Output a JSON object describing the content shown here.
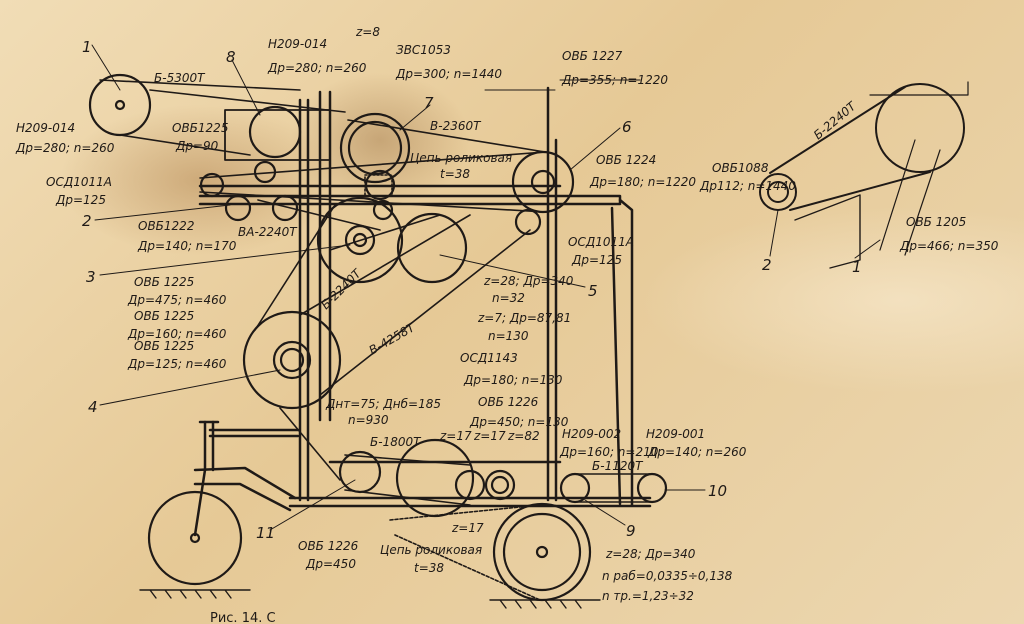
{
  "figure": {
    "caption": "Рис. 14. С"
  },
  "part_numbers": {
    "n1": "1",
    "n2": "2",
    "n3": "3",
    "n4": "4",
    "n5": "5",
    "n6": "6",
    "n7": "7",
    "n8": "8",
    "n9": "9",
    "n10": "10",
    "n11": "11",
    "inset_n1": "1",
    "inset_n2": "2"
  },
  "main_labels": {
    "h209_014_top": "Н209-014",
    "h209_014_top_dp": "Др=280; n=260",
    "z8": "z=8",
    "zvs1053": "ЗВС1053",
    "zvs1053_dp": "Др=300; n=1440",
    "ovb1227": "ОВБ 1227",
    "ovb1227_dp": "Др=355; n=1220",
    "belt_b5300": "Б-5300Т",
    "h209_014_left": "Н209-014",
    "h209_014_left_dp": "Др=280; n=260",
    "ovb1225_top": "ОВБ1225",
    "ovb1225_top_dp": "Др=90",
    "belt_v2360": "В-2360Т",
    "chain_roller_top": "Цепь роликовая",
    "chain_roller_top_t": "t=38",
    "ovb1224": "ОВБ 1224",
    "ovb1224_dp": "Др=180; n=1220",
    "osd1011a_left": "ОСД1011А",
    "osd1011a_left_dp": "Др=125",
    "ovb1222": "ОВБ1222",
    "ovb1222_dp": "Др=140; n=170",
    "belt_va2240": "ВА-2240Т",
    "osd1011a_right": "ОСД1011А",
    "osd1011a_right_dp": "Др=125",
    "z28_top": "z=28; Др=340",
    "z28_top_n": "n=32",
    "z7": "z=7; Др=87,81",
    "z7_n": "n=130",
    "belt_b2240": "Б-2240Т",
    "belt_v4258": "В-4258Т",
    "ovb1225_a": "ОВБ 1225",
    "ovb1225_a_dp": "Др=475; n=460",
    "ovb1225_b": "ОВБ 1225",
    "ovb1225_b_dp": "Др=160; n=460",
    "ovb1225_c": "ОВБ 1225",
    "ovb1225_c_dp": "Др=125; n=460",
    "osd1143": "ОСД1143",
    "osd1143_dp": "Др=180; n=130",
    "ovb1226_mid": "ОВБ 1226",
    "ovb1226_mid_dp": "Др=450; n=130",
    "dnt": "Днт=75; Днб=185",
    "dnt_n": "n=930",
    "belt_b1800": "Б-1800Т",
    "z17_a": "z=17",
    "z17_b": "z=17",
    "z82": "z=82",
    "h209_002": "Н209-002",
    "h209_002_dp": "Др=160; n=210",
    "belt_b1120": "Б-1120Т",
    "h209_001": "Н209-001",
    "h209_001_dp": "Др=140; n=260",
    "z17_bottom": "z=17",
    "ovb1226_bottom": "ОВБ 1226",
    "ovb1226_bottom_dp": "Др=450",
    "chain_roller_bottom": "Цепь роликовая",
    "chain_roller_bottom_t": "t=38",
    "z28_bottom": "z=28; Др=340",
    "n_rab": "n раб=0,0335÷0,138",
    "n_tr": "n тр.=1,23÷32"
  },
  "inset_labels": {
    "belt_b2240": "Б-2240Т",
    "ovb1088": "ОВБ1088",
    "ovb1088_dp": "Др112; n=1440",
    "ovb1205": "ОВБ 1205",
    "ovb1205_dp": "Др=466; n=350"
  },
  "colors": {
    "ink": "#1f1a17",
    "paper": "#e9d2a6",
    "stain": "#9a6a30"
  }
}
